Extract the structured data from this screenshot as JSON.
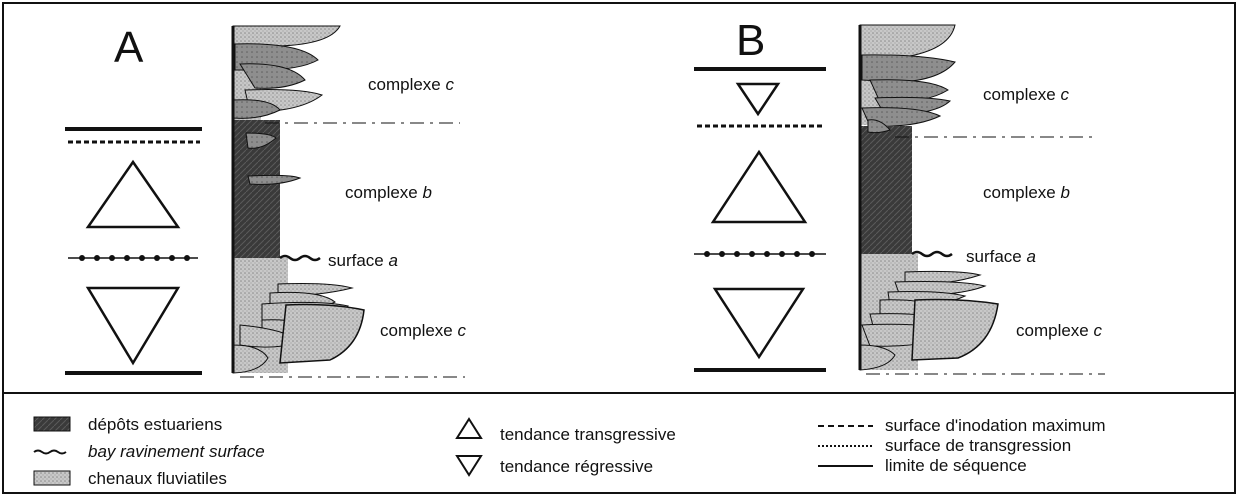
{
  "panels": [
    {
      "letter": "A",
      "upper_complex": {
        "name": "complexe",
        "letter": "c"
      },
      "middle_complex": {
        "name": "complexe",
        "letter": "b"
      },
      "surface": {
        "name": "surface",
        "letter": "a"
      },
      "lower_complex": {
        "name": "complexe",
        "letter": "c"
      }
    },
    {
      "letter": "B",
      "upper_complex": {
        "name": "complexe",
        "letter": "c"
      },
      "middle_complex": {
        "name": "complexe",
        "letter": "b"
      },
      "surface": {
        "name": "surface",
        "letter": "a"
      },
      "lower_complex": {
        "name": "complexe",
        "letter": "c"
      }
    }
  ],
  "legend": {
    "estuarine": "dépôts estuariens",
    "bay_ravinement": "bay ravinement surface",
    "fluvial": "chenaux fluviatiles",
    "transgressive": "tendance transgressive",
    "regressive": "tendance régressive",
    "max_flooding": "surface d'inodation maximum",
    "transgression_surface": "surface de transgression",
    "sequence_boundary": "limite de séquence"
  },
  "colors": {
    "estuarine_fill": "#3a3a3a",
    "fluvial_fill": "#c4c4c4",
    "line": "#111111"
  }
}
